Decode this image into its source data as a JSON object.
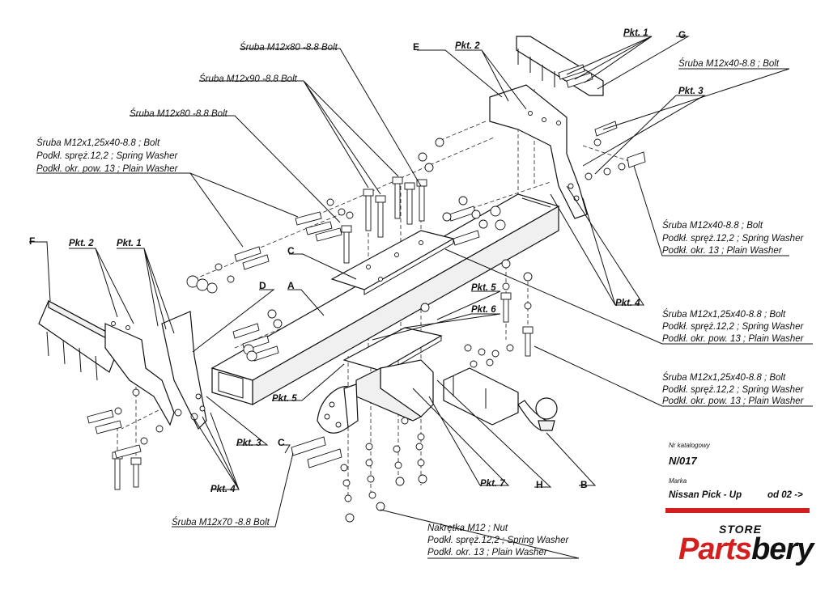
{
  "labels": {
    "bolt_top1": "Śruba M12x80 -8.8 Bolt",
    "bolt_top2": "Śruba M12x90 -8.8 Bolt",
    "bolt_top3": "Śruba M12x80 -8.8 Bolt",
    "set_left_1": "Śruba M12x1,25x40-8.8 ;  Bolt",
    "set_left_2": "Podkł. spręż.12,2 ; Spring Washer",
    "set_left_3": "Podkł. okr. pow. 13 ; Plain Washer",
    "bolt_right_top": "Śruba M12x40-8.8 ;  Bolt",
    "set_r1_1": "Śruba M12x40-8.8 ;  Bolt",
    "set_r1_2": "Podkł. spręż.12,2 ; Spring Washer",
    "set_r1_3": "Podkł. okr. 13 ; Plain Washer",
    "set_r2_1": "Śruba M12x1,25x40-8.8 ;  Bolt",
    "set_r2_2": "Podkł. spręż.12,2 ; Spring Washer",
    "set_r2_3": "Podkł. okr. pow. 13 ; Plain Washer",
    "set_r3_1": "Śruba M12x1,25x40-8.8 ;  Bolt",
    "set_r3_2": "Podkł. spręż.12,2 ; Spring Washer",
    "set_r3_3": "Podkł. okr. pow. 13 ; Plain Washer",
    "bolt_bottom": "Śruba M12x70 -8.8 Bolt",
    "nut_1": "Nakrętka  M12 ; Nut",
    "nut_2": "Podkł. spręż.12,2 ; Spring Washer",
    "nut_3": "Podkł. okr. 13 ; Plain Washer"
  },
  "points": {
    "pkt1": "Pkt. 1",
    "pkt2": "Pkt. 2",
    "pkt3": "Pkt. 3",
    "pkt4": "Pkt. 4",
    "pkt5": "Pkt. 5",
    "pkt6": "Pkt. 6",
    "pkt7": "Pkt. 7"
  },
  "parts": {
    "A": "A",
    "B": "B",
    "C": "C",
    "D": "D",
    "E": "E",
    "F": "F",
    "G": "G",
    "H": "H"
  },
  "info": {
    "catalog_label": "Nr katalogowy",
    "catalog_value": "N/017",
    "make_label": "Marka",
    "make_value": "Nissan Pick - Up",
    "year_value": "od  02 ->"
  },
  "brand": {
    "store": "STORE",
    "name_a": "Parts",
    "name_b": "bery",
    "accent_color": "#d41f1f"
  }
}
